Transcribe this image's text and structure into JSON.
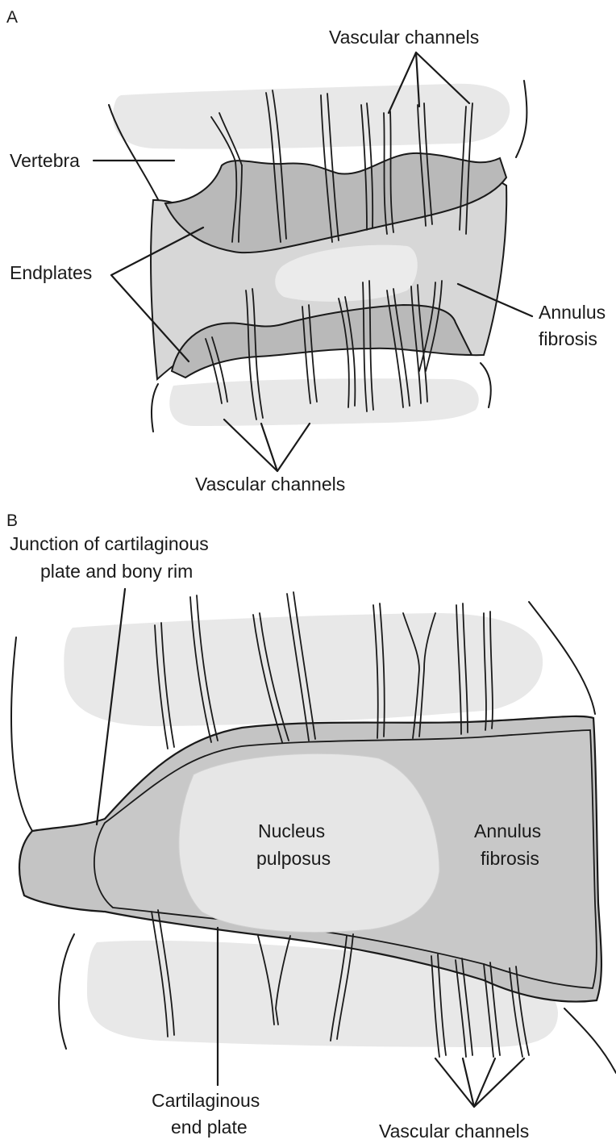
{
  "panel_a": {
    "letter": "A",
    "labels": {
      "vascular_channels_top": "Vascular channels",
      "vertebra": "Vertebra",
      "endplates": "Endplates",
      "annulus_line1": "Annulus",
      "annulus_line2": "fibrosis",
      "vascular_channels_bottom": "Vascular channels"
    }
  },
  "panel_b": {
    "letter": "B",
    "labels": {
      "junction_line1": "Junction of cartilaginous",
      "junction_line2": "plate and bony rim",
      "nucleus_line1": "Nucleus",
      "nucleus_line2": "pulposus",
      "annulus_line1": "Annulus",
      "annulus_line2": "fibrosis",
      "cartilaginous_line1": "Cartilaginous",
      "cartilaginous_line2": "end plate",
      "vascular_channels": "Vascular channels"
    }
  },
  "colors": {
    "line": "#1a1a1a",
    "bone_shade": "#e8e8e8",
    "endplate": "#b9b9b9",
    "annulus": "#d7d7d7",
    "nucleus": "#ebebeb"
  }
}
